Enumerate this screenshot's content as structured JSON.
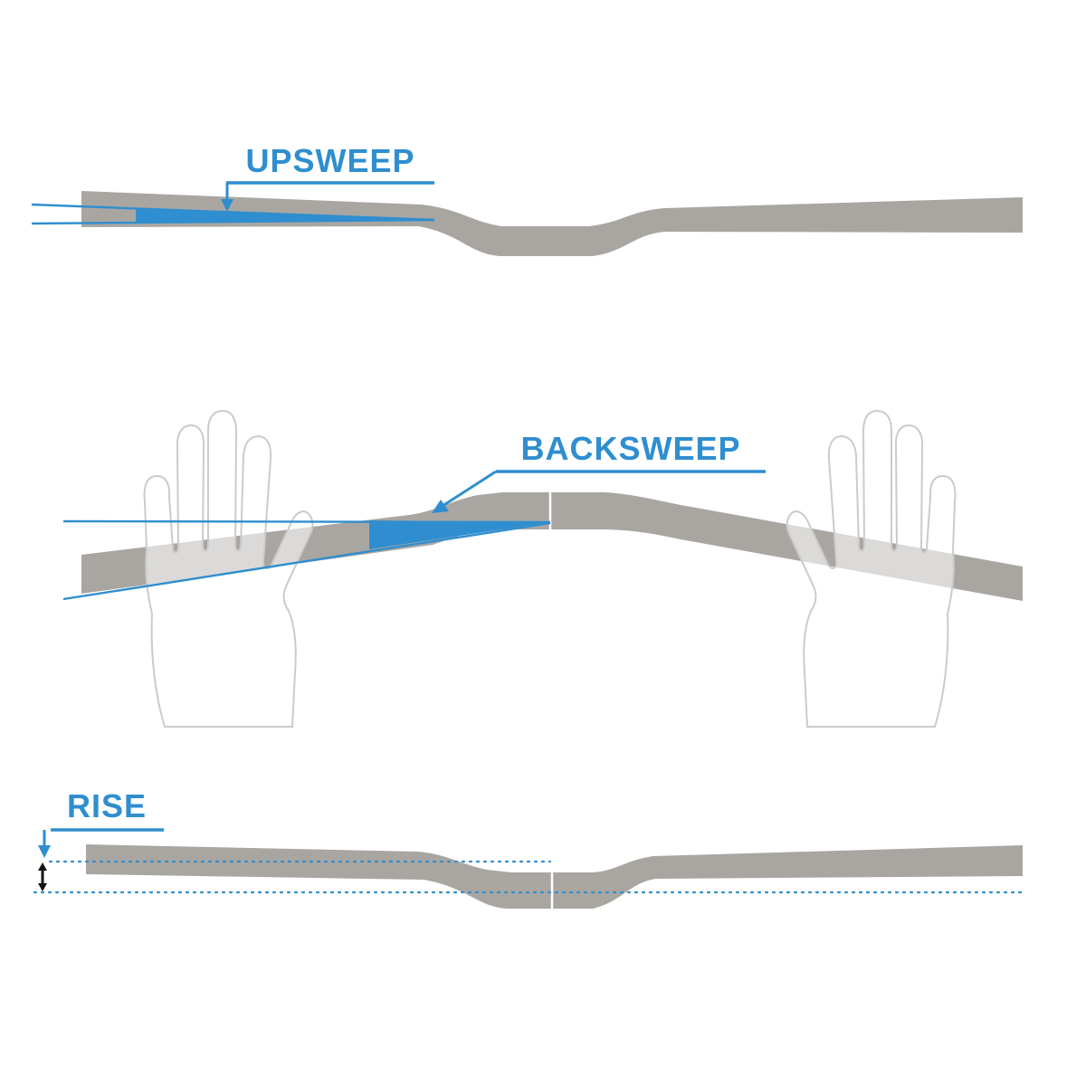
{
  "labels": {
    "upsweep": "UPSWEEP",
    "backsweep": "BACKSWEEP",
    "rise": "RISE"
  },
  "icons": {
    "upsweep-pointer-icon": "▼",
    "backsweep-pointer-icon": "◤",
    "rise-pointer-icon": "▼",
    "rise-extent-arrow-icon": "↕"
  },
  "colors": {
    "accent_blue": "#2f8ecf",
    "bar_gray": "#a9a6a2",
    "hand_outline": "#cbcbcb",
    "arrow_black": "#141414"
  }
}
